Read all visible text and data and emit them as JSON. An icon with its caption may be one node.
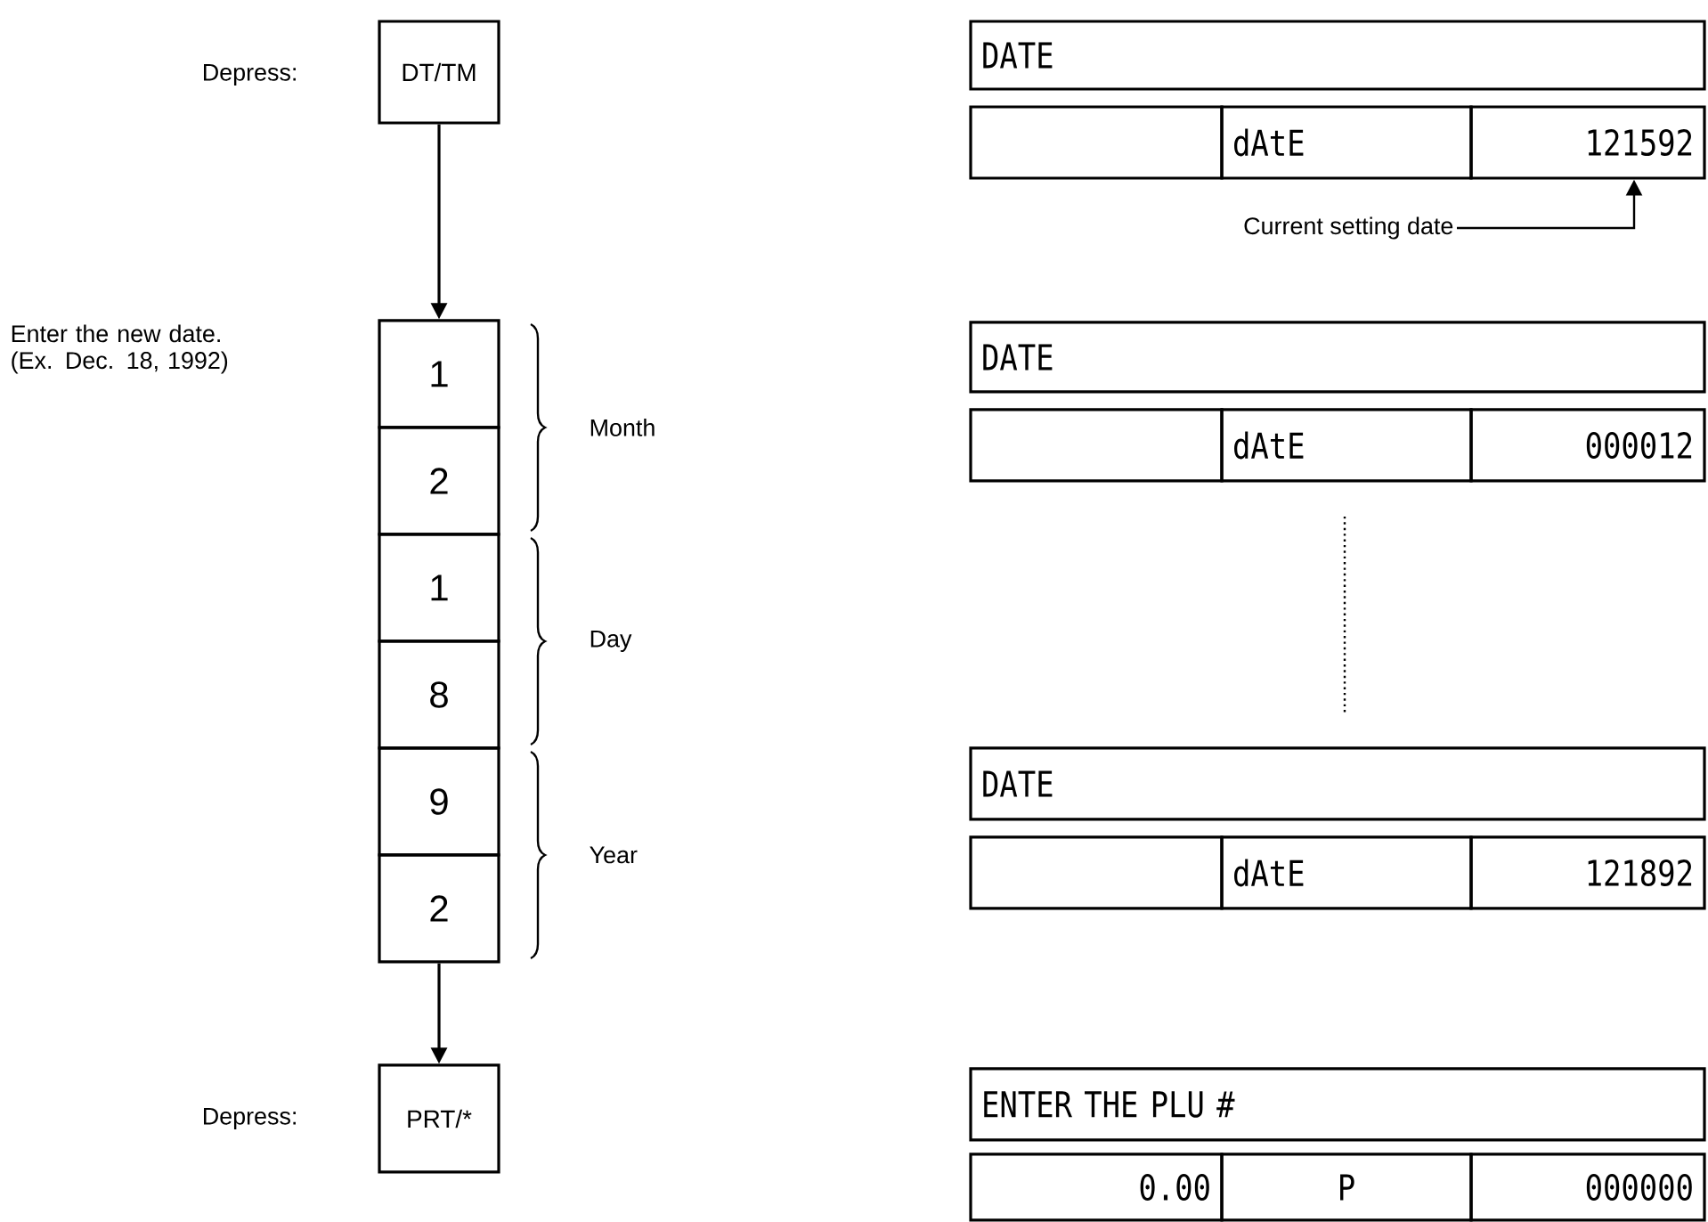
{
  "diagram": {
    "nodes": [
      {
        "text": [
          "DT/TM"
        ]
      },
      {
        "text": [
          "1"
        ]
      },
      {
        "text": [
          "2"
        ]
      },
      {
        "text": [
          "1"
        ]
      },
      {
        "text": [
          "8"
        ]
      },
      {
        "text": [
          "9"
        ]
      },
      {
        "text": [
          "2"
        ]
      },
      {
        "text": [
          "PRT/*"
        ]
      },
      {
        "text": [
          "DATE"
        ]
      },
      {
        "text": [],
        "shape": "box"
      },
      {
        "text": [
          "dAtE"
        ]
      },
      {
        "text": [
          "121592"
        ]
      },
      {
        "text": [
          "Current setting date"
        ]
      },
      {
        "text": [
          "DATE"
        ]
      },
      {
        "text": [],
        "shape": "box"
      },
      {
        "text": [
          "dAtE"
        ]
      },
      {
        "text": [
          "000012"
        ]
      },
      {
        "text": [
          "DATE"
        ]
      },
      {
        "text": [],
        "shape": "box"
      },
      {
        "text": [
          "dAtE"
        ]
      },
      {
        "text": [
          "121892"
        ]
      },
      {
        "text": [
          "ENTER THE PLU #"
        ]
      },
      {
        "text": [
          "0.00"
        ]
      },
      {
        "text": [
          "P"
        ]
      },
      {
        "text": [
          "000000"
        ]
      }
    ],
    "edges": [
      {
        "from": 0,
        "to": 1,
        "arrow": "to"
      },
      {
        "from": 6,
        "to": 7,
        "arrow": "to"
      },
      {
        "from": 12,
        "to": 11,
        "arrow": "to"
      }
    ],
    "labels": [
      "Depress:",
      "Enter the new date. (Ex. Dec. 18, 1992)",
      "Month",
      "Day",
      "Year",
      "Depress:"
    ]
  }
}
